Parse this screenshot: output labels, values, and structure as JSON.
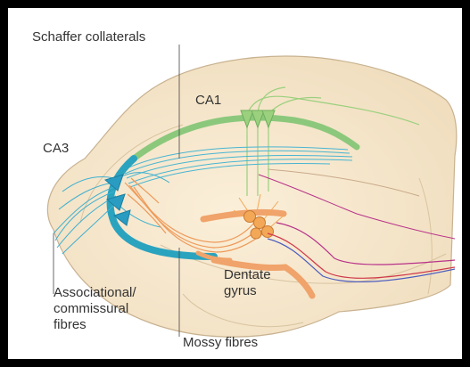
{
  "labels": {
    "schaffer": "Schaffer collaterals",
    "ca1": "CA1",
    "ca3": "CA3",
    "dentate_line1": "Dentate",
    "dentate_line2": "gyrus",
    "assoc_line1": "Associational/",
    "assoc_line2": "commissural",
    "assoc_line3": "fibres",
    "mossy": "Mossy fibres"
  },
  "colors": {
    "brain_fill": "#f6e7cd",
    "ca1": "#8cc87c",
    "ca3": "#2aa3bf",
    "dentate": "#f0a36a",
    "granule_cell": "#f3a857",
    "pyramidal_ca1": "#9bd07e",
    "pyramidal_ca3": "#2a9cc2",
    "red_pathway": "#d0384a",
    "blue_pathway": "#4a5cc0",
    "magenta_pathway": "#b8328a"
  }
}
